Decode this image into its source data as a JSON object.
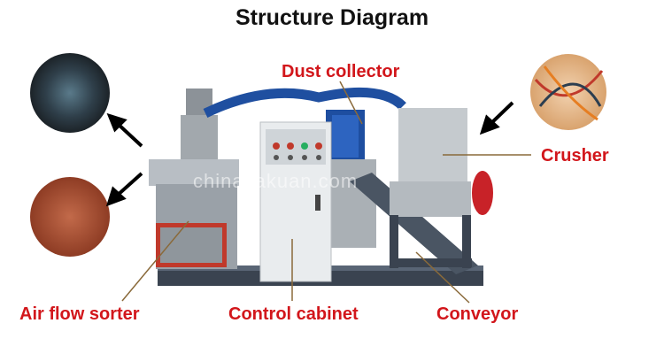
{
  "title": "Structure Diagram",
  "labels": {
    "dust_collector": "Dust collector",
    "crusher": "Crusher",
    "air_flow_sorter": "Air flow sorter",
    "control_cabinet": "Control cabinet",
    "conveyor": "Conveyor"
  },
  "watermark": "chinayakuan.com",
  "colors": {
    "label": "#d2161b",
    "title": "#111111",
    "leader": "#8a6a3a"
  }
}
